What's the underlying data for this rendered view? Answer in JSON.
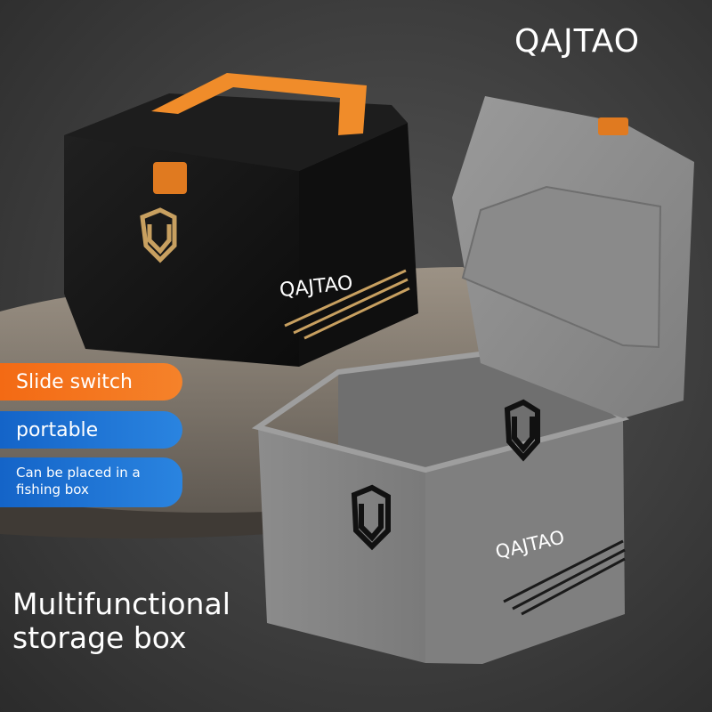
{
  "brand": "QAJTAO",
  "features": {
    "slide_switch": "Slide switch",
    "portable": "portable",
    "fishing_box": "Can be placed in a fishing box"
  },
  "headline": "Multifunctional storage box",
  "box_labels": {
    "dark_box": "QAJTAO",
    "grey_box": "QAJTAO"
  },
  "colors": {
    "background": "#3a3a3a",
    "accent_orange": "#f47a1e",
    "accent_blue": "#1c72d6",
    "dark_box": "#141414",
    "grey_box": "#8a8a8a",
    "trim_gold": "#c8a060"
  }
}
